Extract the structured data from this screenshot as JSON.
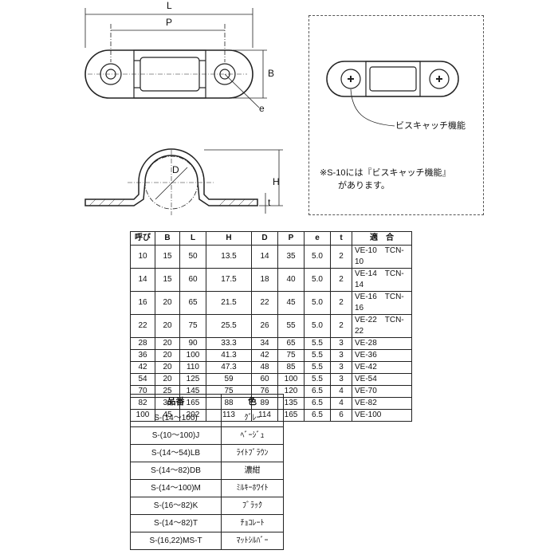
{
  "drawing": {
    "dim_L": "L",
    "dim_P": "P",
    "dim_B": "B",
    "dim_e": "e",
    "dim_D": "D",
    "dim_H": "H",
    "dim_t": "t",
    "note_callout": "ビスキャッチ機能",
    "note_line1": "※S-10には『ビスキャッチ機能』",
    "note_line2": "があります。"
  },
  "spec_table": {
    "headers": [
      "呼び",
      "B",
      "L",
      "H",
      "D",
      "P",
      "e",
      "t",
      "適　合"
    ],
    "rows": [
      [
        "10",
        "15",
        "50",
        "13.5",
        "14",
        "35",
        "5.0",
        "2",
        "VE-10　TCN-10"
      ],
      [
        "14",
        "15",
        "60",
        "17.5",
        "18",
        "40",
        "5.0",
        "2",
        "VE-14　TCN-14"
      ],
      [
        "16",
        "20",
        "65",
        "21.5",
        "22",
        "45",
        "5.0",
        "2",
        "VE-16　TCN-16"
      ],
      [
        "22",
        "20",
        "75",
        "25.5",
        "26",
        "55",
        "5.0",
        "2",
        "VE-22　TCN-22"
      ],
      [
        "28",
        "20",
        "90",
        "33.3",
        "34",
        "65",
        "5.5",
        "3",
        "VE-28"
      ],
      [
        "36",
        "20",
        "100",
        "41.3",
        "42",
        "75",
        "5.5",
        "3",
        "VE-36"
      ],
      [
        "42",
        "20",
        "110",
        "47.3",
        "48",
        "85",
        "5.5",
        "3",
        "VE-42"
      ],
      [
        "54",
        "20",
        "125",
        "59",
        "60",
        "100",
        "5.5",
        "3",
        "VE-54"
      ],
      [
        "70",
        "25",
        "145",
        "75",
        "76",
        "120",
        "6.5",
        "4",
        "VE-70"
      ],
      [
        "82",
        "30",
        "165",
        "88",
        "89",
        "135",
        "6.5",
        "4",
        "VE-82"
      ],
      [
        "100",
        "45",
        "202",
        "113",
        "114",
        "165",
        "6.5",
        "6",
        "VE-100"
      ]
    ]
  },
  "color_table": {
    "headers": [
      "品番",
      "色"
    ],
    "rows": [
      [
        "S-(14～100)",
        "ｸﾞﾚｰ"
      ],
      [
        "S-(10～100)J",
        "ﾍﾞｰｼﾞｭ"
      ],
      [
        "S-(14～54)LB",
        "ﾗｲﾄﾌﾞﾗｳﾝ"
      ],
      [
        "S-(14～82)DB",
        "濃紺"
      ],
      [
        "S-(14～100)M",
        "ﾐﾙｷｰﾎﾜｲﾄ"
      ],
      [
        "S-(16～82)K",
        "ﾌﾞﾗｯｸ"
      ],
      [
        "S-(14～82)T",
        "ﾁｮｺﾚｰﾄ"
      ],
      [
        "S-(16,22)MS-T",
        "ﾏｯﾄｼﾙﾊﾞｰ"
      ]
    ]
  }
}
